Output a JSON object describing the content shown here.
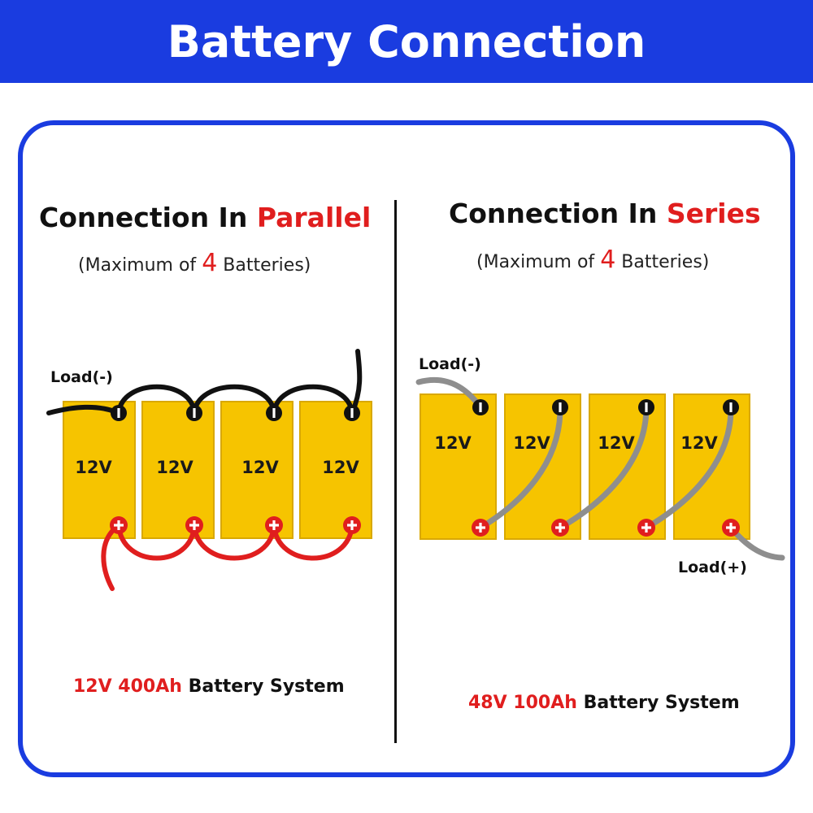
{
  "header": {
    "title": "Battery Connection"
  },
  "parallel": {
    "title_prefix": "Connection In ",
    "title_accent": "Parallel",
    "subtitle_prefix": "(Maximum of ",
    "subtitle_number": "4",
    "subtitle_suffix": " Batteries)",
    "battery_label": "12V",
    "load_neg": "Load(-)",
    "footer_accent": "12V 400Ah",
    "footer_rest": " Battery System"
  },
  "series": {
    "title_prefix": "Connection In ",
    "title_accent": "Series",
    "subtitle_prefix": "(Maximum of ",
    "subtitle_number": "4",
    "subtitle_suffix": " Batteries)",
    "battery_label": "12V",
    "load_neg": "Load(-)",
    "load_pos": "Load(+)",
    "footer_accent": "48V 100Ah",
    "footer_rest": "  Battery System"
  },
  "colors": {
    "header_blue": "#1a3ce0",
    "accent_red": "#e01e1e",
    "battery_yellow": "#f6c400",
    "wire_black": "#111111",
    "wire_red": "#e01e1e",
    "wire_gray": "#8e8e8e"
  }
}
